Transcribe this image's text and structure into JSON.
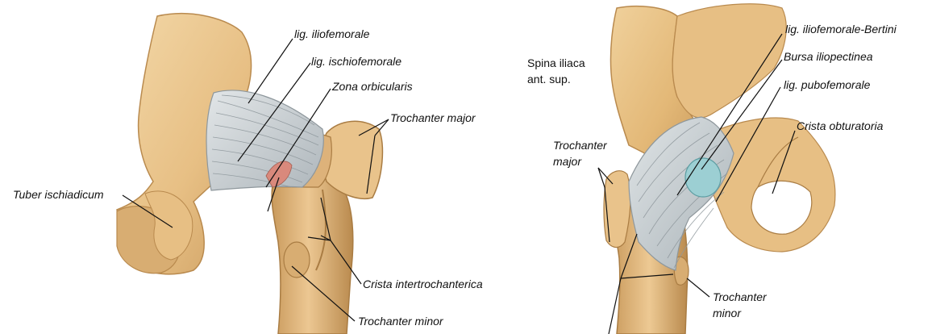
{
  "left_panel": {
    "labels": {
      "lig_iliofemorale": "lig. iliofemorale",
      "lig_ischiofemorale": "lig. ischiofemorale",
      "zona_orbicularis": "Zona orbicularis",
      "trochanter_major": "Trochanter major",
      "tuber_ischiadicum": "Tuber ischiadicum",
      "crista_intertrochanterica": "Crista intertrochanterica",
      "trochanter_minor": "Trochanter minor"
    }
  },
  "right_panel": {
    "labels": {
      "spina_iliaca_line1": "Spina iliaca",
      "spina_iliaca_line2": "ant. sup.",
      "lig_iliofemorale_bertini": "lig. iliofemorale-Bertini",
      "bursa_iliopectinea": "Bursa iliopectinea",
      "lig_pubofemorale": "lig. pubofemorale",
      "crista_obturatoria": "Crista obturatoria",
      "trochanter_major_line1": "Trochanter",
      "trochanter_major_line2": "major",
      "trochanter_minor_line1": "Trochanter",
      "trochanter_minor_line2": "minor"
    }
  },
  "colors": {
    "bone": "#e7bf84",
    "bone_shadow": "#b98a4e",
    "bone_light": "#f3d8a8",
    "ligament": "#c9cfd3",
    "ligament_stroke": "#8e979c",
    "bursa": "#9ccfd3",
    "synovial": "#d9897c",
    "leader_line": "#111111"
  }
}
